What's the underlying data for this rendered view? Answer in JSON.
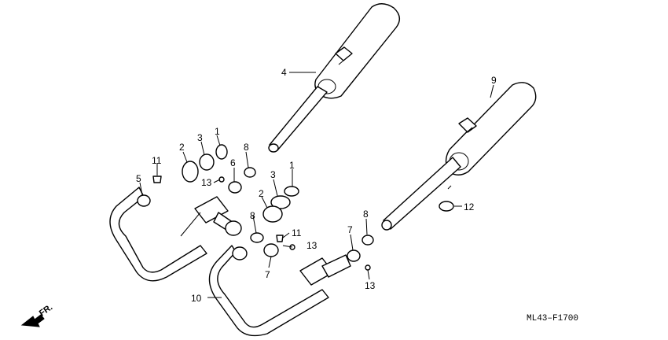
{
  "diagram": {
    "drawing_code": "ML43–F1700",
    "front_marker": "FR.",
    "callouts": {
      "c1a": "1",
      "c1b": "1",
      "c2a": "2",
      "c2b": "2",
      "c3a": "3",
      "c3b": "3",
      "c4": "4",
      "c5": "5",
      "c6": "6",
      "c7a": "7",
      "c7b": "7",
      "c8a": "8",
      "c8b": "8",
      "c8c": "8",
      "c9": "9",
      "c10": "10",
      "c11a": "11",
      "c11b": "11",
      "c12": "12",
      "c13a": "13",
      "c13b": "13",
      "c13c": "13"
    }
  }
}
